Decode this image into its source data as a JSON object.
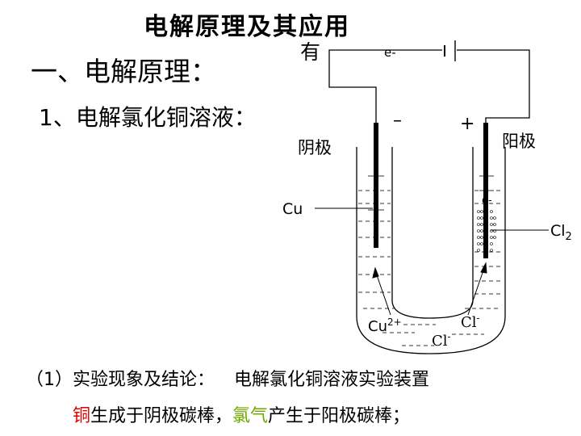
{
  "slide": {
    "title": "电解原理及其应用",
    "heading1": "一、电解原理：",
    "heading2": "1、电解氯化铜溶液：",
    "caption_left": "（1）实验现象及结论：",
    "caption_right": "电解氯化铜溶液实验装置",
    "conclusion": {
      "part1": "铜",
      "part2": "生成于阴极碳棒，",
      "part3": "氯气",
      "part4": "产生于阳极碳棒；"
    },
    "colors": {
      "copper_text": "#e00000",
      "chlorine_text": "#70a800",
      "body_text": "#000000"
    }
  },
  "diagram": {
    "label_top_left": "有",
    "electron_top": "e-",
    "minus_sign": "–",
    "plus_sign": "+",
    "cathode": "阴极",
    "anode": "阳极",
    "cu": "Cu",
    "electron_anode": "e-",
    "cl2_main": "Cl",
    "cl2_sub": "2",
    "cu2_main": "Cu",
    "cu2_sup": "2+",
    "cl_ion_1": "Cl",
    "cl_ion_1_sup": "-",
    "cl_ion_2": "Cl",
    "cl_ion_2_sup": "-"
  }
}
